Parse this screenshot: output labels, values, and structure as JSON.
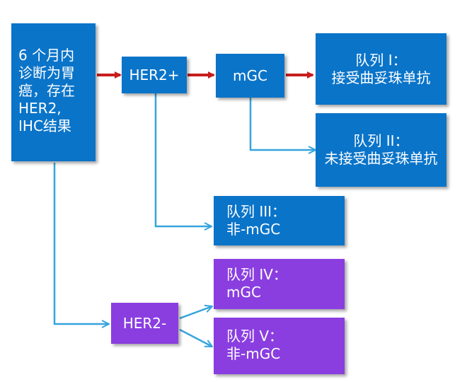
{
  "colors": {
    "blue_box": "#0a74c9",
    "purple_box": "#8a3ee0",
    "red_arrow": "#c81d1d",
    "light_line": "#36a4dc"
  },
  "start": {
    "lines": [
      "6 个月内",
      "诊断为胃",
      "癌，存在",
      "HER2,",
      "IHC结果"
    ]
  },
  "her2_pos": {
    "label": "HER2+"
  },
  "mgc": {
    "label": "mGC"
  },
  "her2_neg": {
    "label": "HER2-"
  },
  "cohort1": {
    "lines": [
      "队列 I：",
      "接受曲妥珠单抗"
    ]
  },
  "cohort2": {
    "lines": [
      "队列 II：",
      "未接受曲妥珠单抗"
    ]
  },
  "cohort3": {
    "lines": [
      "队列 III：",
      "非-mGC"
    ]
  },
  "cohort4": {
    "lines": [
      "队列 IV：",
      "mGC"
    ]
  },
  "cohort5": {
    "lines": [
      "队列 V：",
      "非-mGC"
    ]
  }
}
